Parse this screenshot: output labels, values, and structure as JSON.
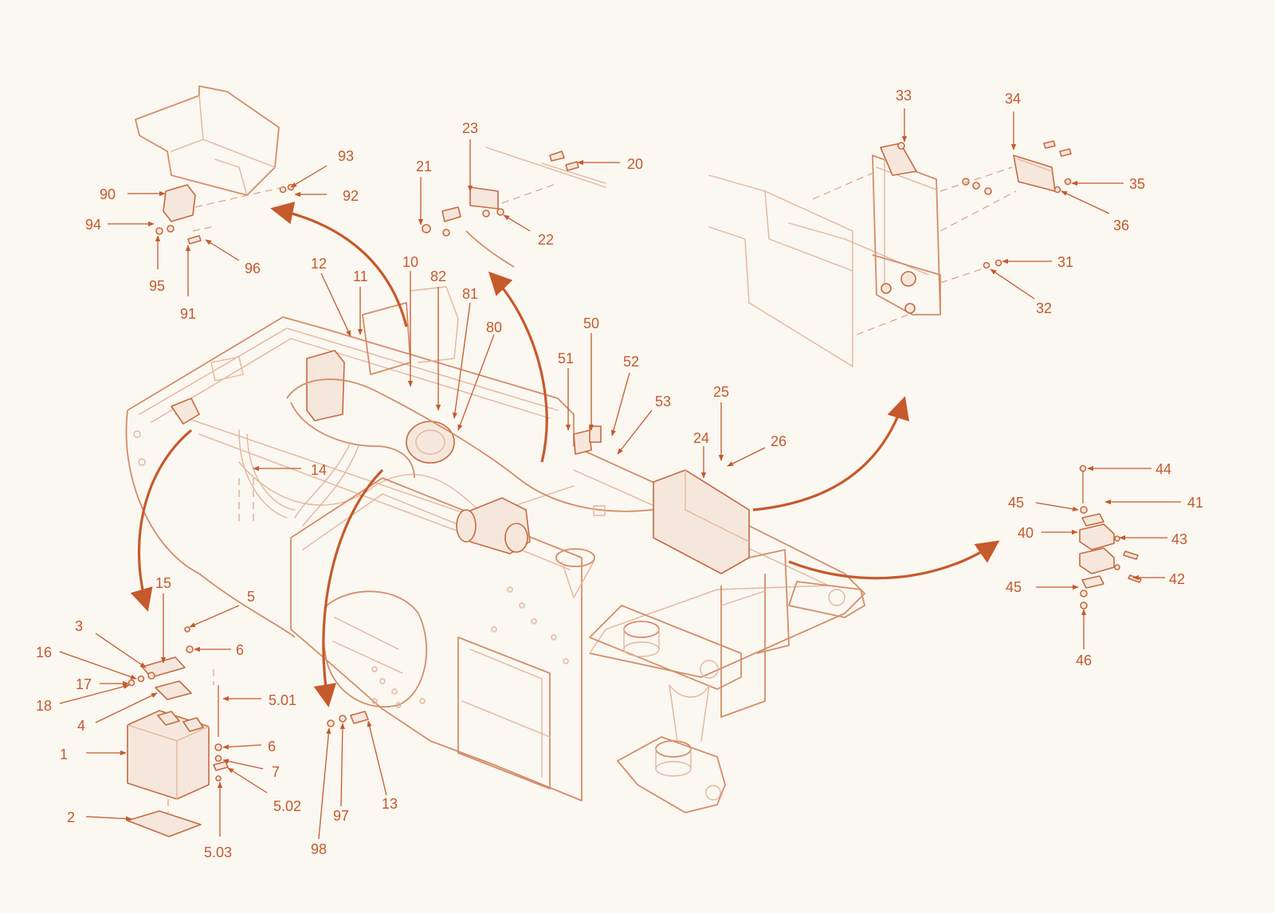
{
  "callouts": {
    "c1": "1",
    "c2": "2",
    "c3": "3",
    "c4": "4",
    "c5": "5",
    "c5_01": "5.01",
    "c5_02": "5.02",
    "c5_03": "5.03",
    "c6a": "6",
    "c6b": "6",
    "c7": "7",
    "c10": "10",
    "c11": "11",
    "c12": "12",
    "c13": "13",
    "c14": "14",
    "c15": "15",
    "c16": "16",
    "c17": "17",
    "c18": "18",
    "c20": "20",
    "c21": "21",
    "c22": "22",
    "c23": "23",
    "c24": "24",
    "c25": "25",
    "c26": "26",
    "c31": "31",
    "c32": "32",
    "c33": "33",
    "c34": "34",
    "c35": "35",
    "c36": "36",
    "c40": "40",
    "c41": "41",
    "c42": "42",
    "c43": "43",
    "c44": "44",
    "c45a": "45",
    "c45b": "45",
    "c46": "46",
    "c50": "50",
    "c51": "51",
    "c52": "52",
    "c53": "53",
    "c80": "80",
    "c81": "81",
    "c82": "82",
    "c90": "90",
    "c91": "91",
    "c92": "92",
    "c93": "93",
    "c94": "94",
    "c95": "95",
    "c96": "96",
    "c97": "97",
    "c98": "98"
  },
  "colors": {
    "callout": "#c55a2c",
    "linework": "#e3b79d",
    "background": "#fbf7f1"
  }
}
